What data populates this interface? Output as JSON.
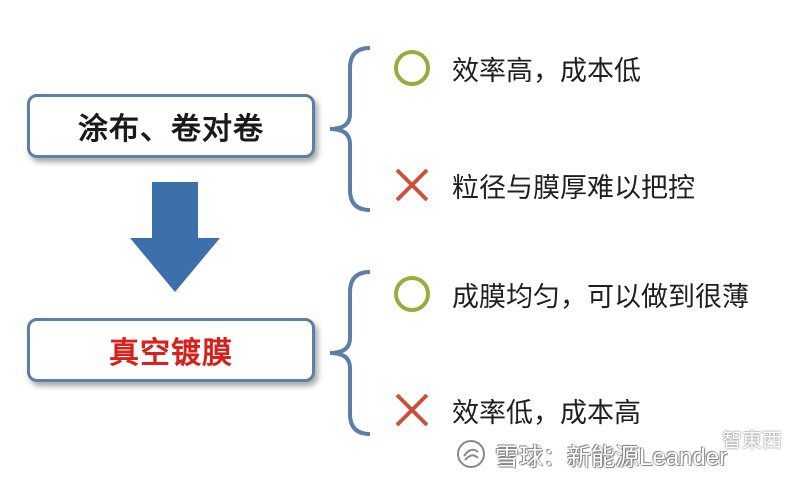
{
  "top_box": {
    "label": "涂布、卷对卷"
  },
  "bottom_box": {
    "label": "真空镀膜"
  },
  "top_pros": {
    "icon": "circle-icon",
    "text": "效率高，成本低"
  },
  "top_cons": {
    "icon": "cross-icon",
    "text": "粒径与膜厚难以把控"
  },
  "bottom_pros": {
    "icon": "circle-icon",
    "text": "成膜均匀，可以做到很薄"
  },
  "bottom_cons": {
    "icon": "cross-icon",
    "text": "效率低，成本高"
  },
  "watermark": {
    "text": "雪球：新能源Leander",
    "corner": "智東西"
  },
  "colors": {
    "box_border": "#5b7fa9",
    "arrow": "#3d6faa",
    "circle": "#9aaa3c",
    "cross": "#c9523f",
    "highlight_text": "#d8201c"
  }
}
